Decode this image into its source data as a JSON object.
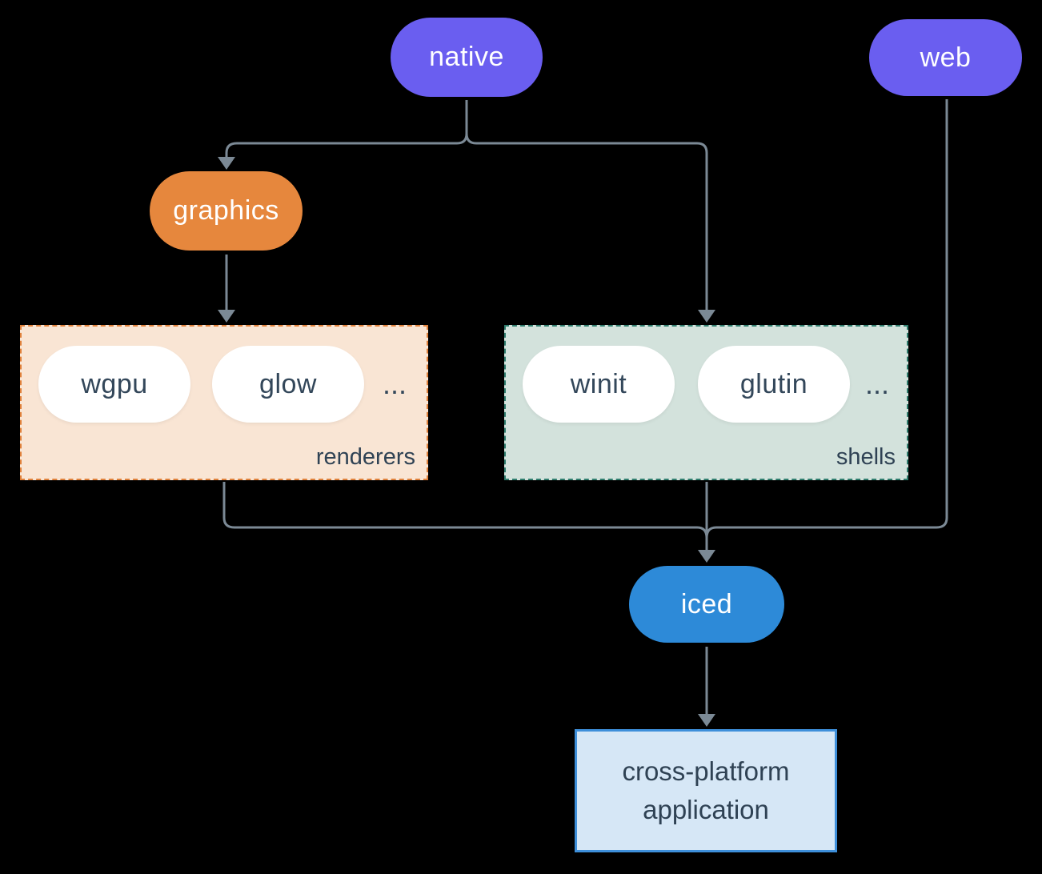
{
  "nodes": {
    "native": {
      "label": "native",
      "color": "#6A5EF0",
      "text_color": "#FFFFFF"
    },
    "web": {
      "label": "web",
      "color": "#6A5EF0",
      "text_color": "#FFFFFF"
    },
    "graphics": {
      "label": "graphics",
      "color": "#E6873D",
      "text_color": "#FFFFFF"
    },
    "iced": {
      "label": "iced",
      "color": "#2D8AD8",
      "text_color": "#FFFFFF"
    },
    "application": {
      "line1": "cross-platform",
      "line2": "application",
      "fill": "#D6E7F6",
      "border": "#3E8FDA",
      "text_color": "#2F4254"
    }
  },
  "groups": {
    "renderers": {
      "label": "renderers",
      "items": [
        "wgpu",
        "glow"
      ],
      "ellipsis": "...",
      "fill": "#F9E5D4",
      "border": "#E0813B"
    },
    "shells": {
      "label": "shells",
      "items": [
        "winit",
        "glutin"
      ],
      "ellipsis": "...",
      "fill": "#D3E2DC",
      "border": "#2F7D6E"
    }
  },
  "edges": [
    {
      "from": "native",
      "to": "graphics"
    },
    {
      "from": "native",
      "to": "shells"
    },
    {
      "from": "graphics",
      "to": "renderers"
    },
    {
      "from": "renderers",
      "to": "iced"
    },
    {
      "from": "shells",
      "to": "iced"
    },
    {
      "from": "web",
      "to": "iced"
    },
    {
      "from": "iced",
      "to": "application"
    }
  ],
  "connector_color": "#7B8995",
  "background_color": "#000000"
}
